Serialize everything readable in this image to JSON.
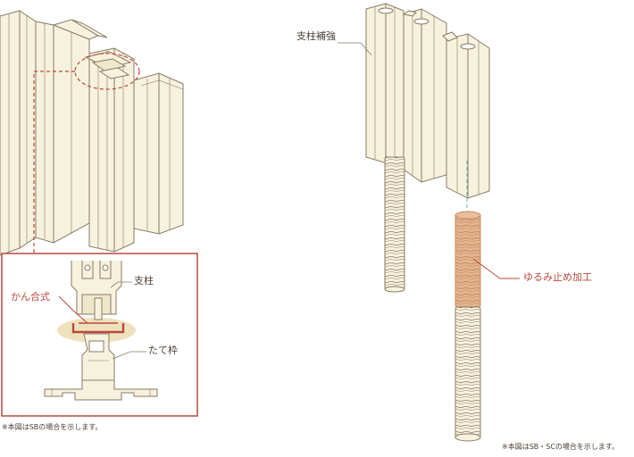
{
  "labels": {
    "kangoushiki": "かん合式",
    "shichu": "支柱",
    "tatewaku": "たて枠",
    "shichu_hokyo": "支柱補強",
    "yurumi": "ゆるみ止め加工"
  },
  "notes": {
    "left": "※本図はSBの場合を示します。",
    "right": "※本図はSB・SCの場合を示します。"
  },
  "colors": {
    "line": "#8a7a66",
    "fill": "#f7f2dd",
    "frame_red": "#b84a3e",
    "highlight": "#efe1bd",
    "coating": "#e3b48f"
  }
}
